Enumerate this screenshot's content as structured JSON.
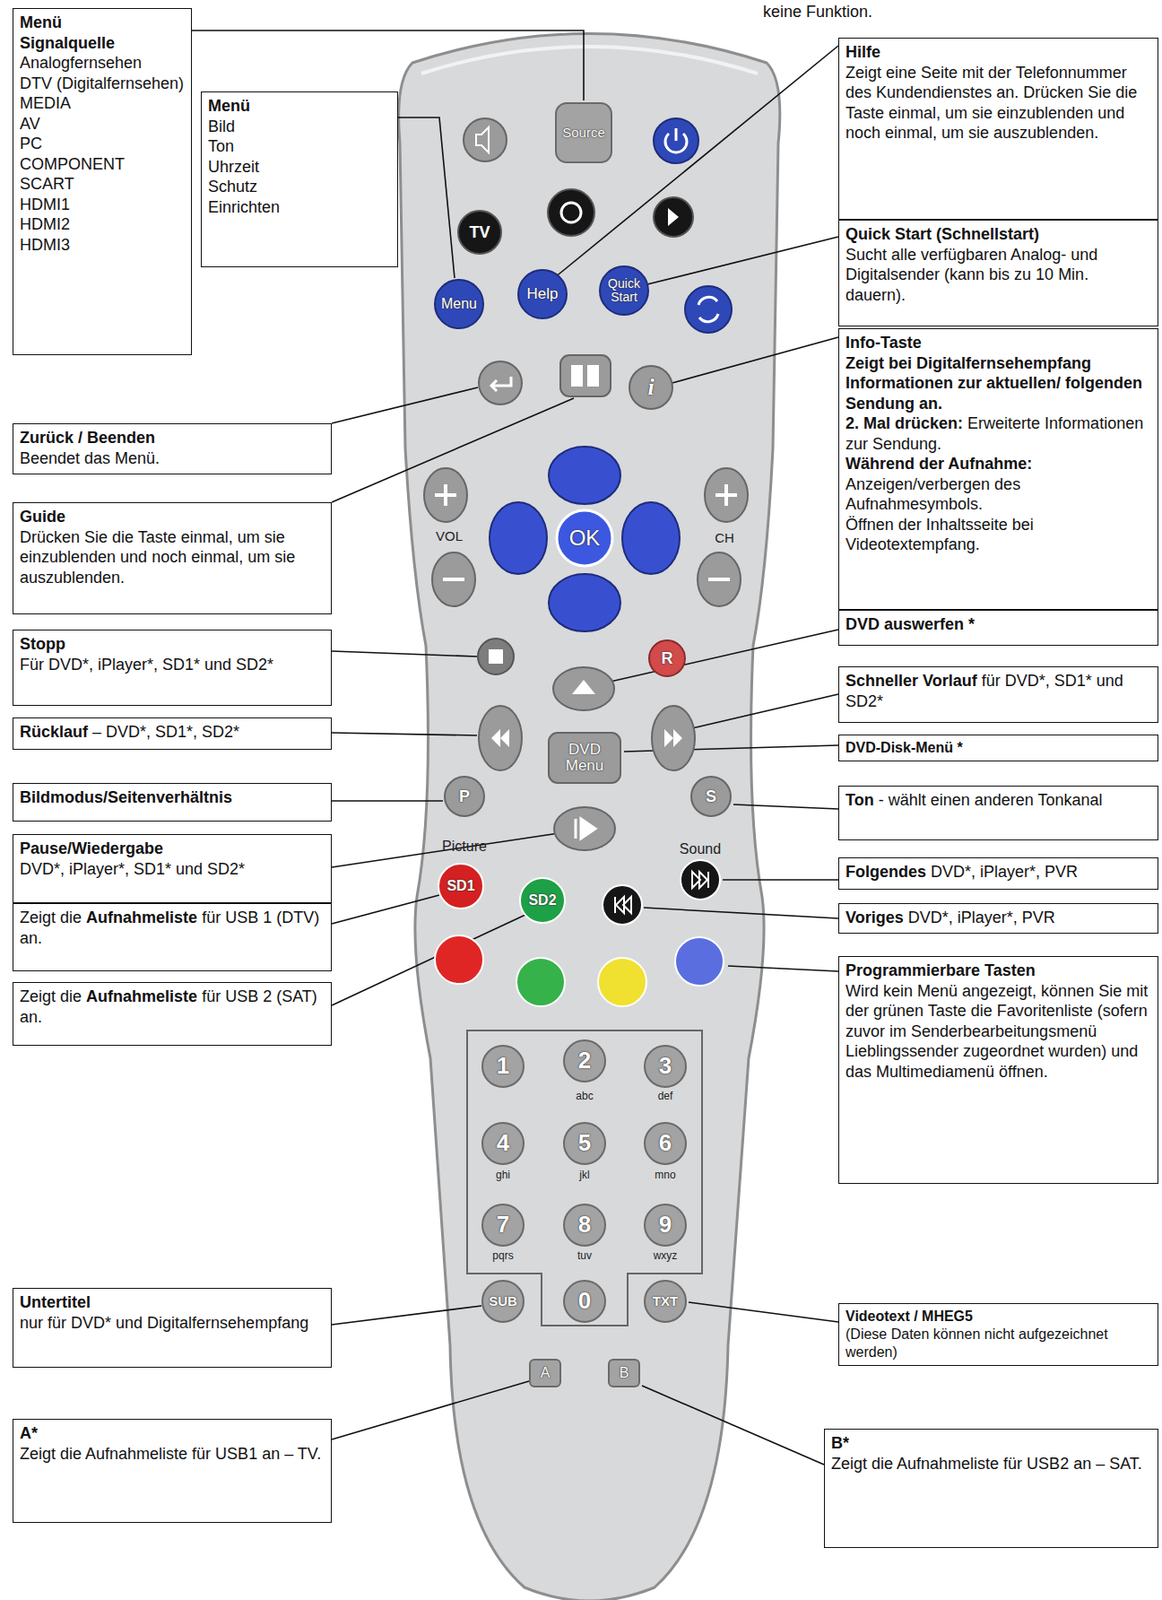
{
  "diagram": {
    "nodes": [
      {
        "text": [
          "Menü",
          "Signalquelle",
          "Analogfernsehen",
          "DTV (Digitalfernsehen)",
          "MEDIA",
          "AV",
          "PC",
          "COMPONENT",
          "SCART",
          "HDMI1",
          "HDMI2",
          "HDMI3"
        ]
      },
      {
        "text": [
          "Menü",
          "Bild",
          "Ton",
          "Uhrzeit",
          "Schutz",
          "Einrichten"
        ]
      },
      {
        "text": [
          "Zurück / Beenden",
          "Beendet das Menü."
        ]
      },
      {
        "text": [
          "Guide",
          "Drücken Sie die Taste einmal, um sie einzublenden und noch einmal, um sie auszublenden."
        ]
      },
      {
        "text": [
          "Stopp",
          "Für DVD*, iPlayer*, SD1* und SD2*"
        ]
      },
      {
        "text": [
          "Rücklauf",
          "– DVD*, SD1*, SD2*"
        ]
      },
      {
        "text": [
          "Bildmodus/Seitenverhältnis"
        ]
      },
      {
        "text": [
          "Pause/Wiedergabe",
          "DVD*, iPlayer*, SD1* und SD2*"
        ]
      },
      {
        "text": [
          "Zeigt die",
          "Aufnahmeliste",
          "für USB 1 (DTV) an."
        ]
      },
      {
        "text": [
          "Zeigt die",
          "Aufnahmeliste",
          "für USB 2 (SAT) an."
        ]
      },
      {
        "text": [
          "Untertitel",
          "nur für DVD* und Digitalfernsehempfang"
        ]
      },
      {
        "text": [
          "A*",
          "Zeigt die Aufnahmeliste für USB1 an – TV."
        ]
      },
      {
        "text": [
          "Hilfe",
          "Zeigt eine Seite mit der Telefonnummer des Kundendienstes an. Drücken Sie die Taste einmal, um sie einzublenden und noch einmal, um sie auszublenden."
        ]
      },
      {
        "text": [
          "Quick Start (Schnellstart)",
          "Sucht alle verfügbaren Analog- und Digitalsender (kann bis zu 10 Min. dauern)."
        ]
      },
      {
        "text": [
          "Info-Taste",
          "Zeigt bei Digitalfernsehempfang Informationen zur aktuellen/ folgenden Sendung an.",
          "2. Mal drücken:",
          "Erweiterte Informationen zur Sendung.",
          "Während der Aufnahme:",
          "Anzeigen/verbergen des Aufnahmesymbols.",
          "Öffnen der Inhaltsseite bei Videotextempfang."
        ]
      },
      {
        "text": [
          "DVD auswerfen *"
        ]
      },
      {
        "text": [
          "Schneller Vorlauf",
          "für DVD*, SD1* und SD2*"
        ]
      },
      {
        "text": [
          "DVD-Disk-Menü *"
        ]
      },
      {
        "text": [
          "Ton",
          "- wählt einen anderen Tonkanal"
        ]
      },
      {
        "text": [
          "Folgendes",
          "DVD*, iPlayer*, PVR"
        ]
      },
      {
        "text": [
          "Voriges",
          "DVD*, iPlayer*, PVR"
        ]
      },
      {
        "text": [
          "Programmierbare Tasten",
          "Wird kein Menü angezeigt, können Sie mit der grünen Taste die Favoritenliste (sofern zuvor im Senderbearbeitungsmenü Lieblingssender zugeordnet wurden) und das Multimediamenü öffnen."
        ]
      },
      {
        "text": [
          "Videotext / MHEG5",
          "(Diese Daten können nicht aufgezeichnet werden)"
        ]
      },
      {
        "text": [
          "B*",
          "Zeigt die Aufnahmeliste für USB2 an – SAT."
        ]
      }
    ],
    "labels": [
      "keine Funktion.",
      "Source",
      "TV",
      "Menu",
      "Help",
      "Quick Start",
      "i",
      "VOL",
      "OK",
      "CH",
      "R",
      "DVD Menu",
      "P",
      "Picture",
      "S",
      "Sound",
      "SD1",
      "SD2",
      "1",
      "2",
      "abc",
      "3",
      "def",
      "4",
      "ghi",
      "5",
      "jkl",
      "6",
      "mno",
      "7",
      "pqrs",
      "8",
      "tuv",
      "9",
      "wxyz",
      "SUB",
      "0",
      "TXT",
      "A",
      "B"
    ]
  }
}
